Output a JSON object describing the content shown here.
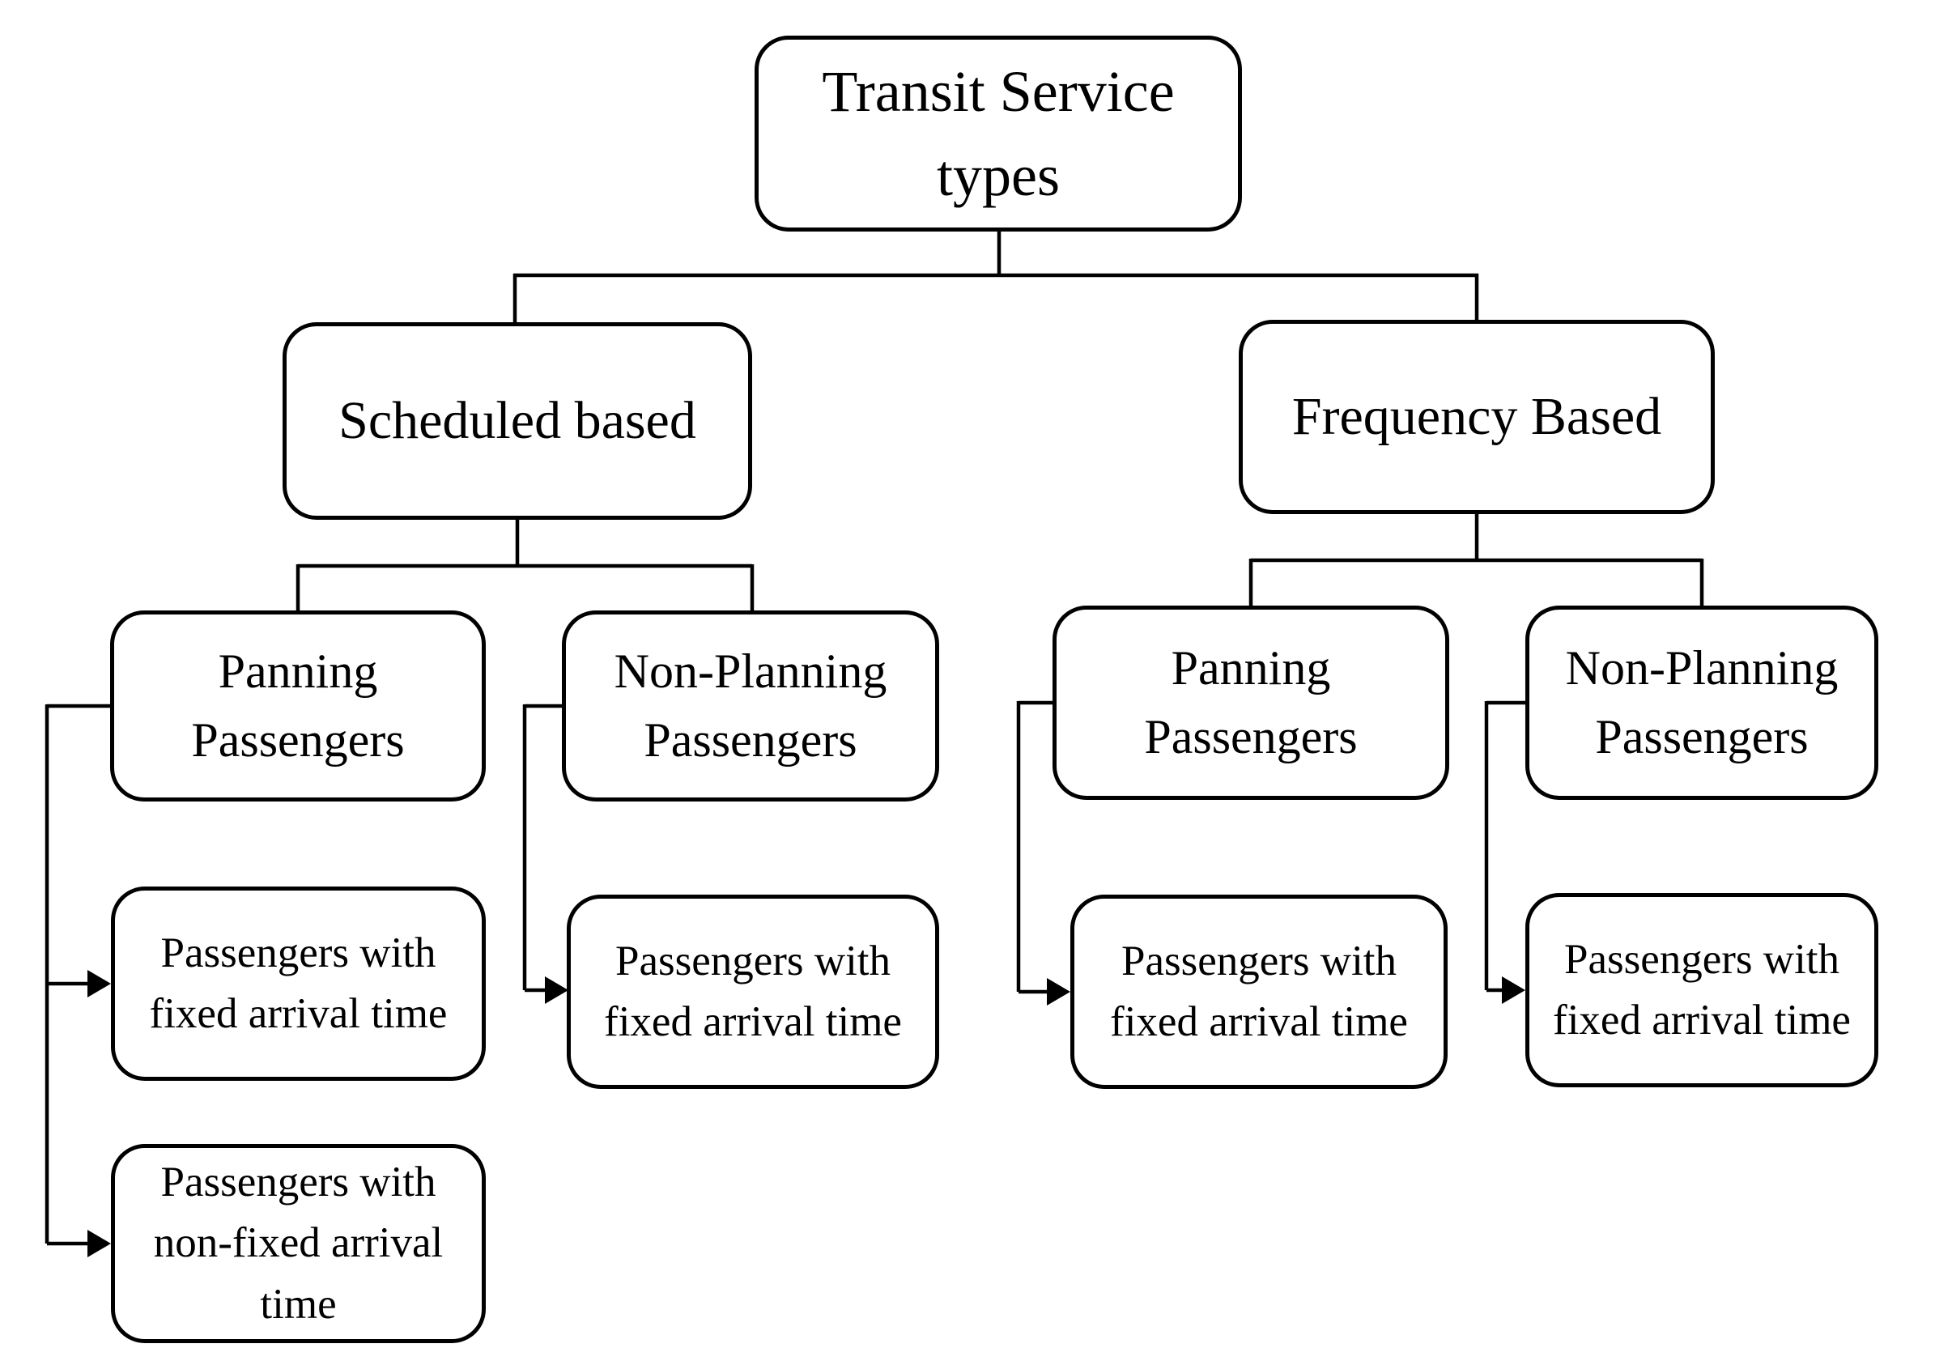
{
  "diagram": {
    "title": "Transit Service types",
    "type": "tree-flowchart",
    "colors": {
      "background": "#ffffff",
      "box_fill": "#ffffff",
      "box_border": "#000000",
      "line": "#000000",
      "text": "#000000"
    },
    "nodes": [
      {
        "id": "root",
        "level": 1,
        "label": "Transit Service types",
        "lines": [
          "Transit Service",
          "types"
        ]
      },
      {
        "id": "scheduled",
        "level": 2,
        "label": "Scheduled based",
        "lines": [
          "Scheduled based"
        ]
      },
      {
        "id": "frequency",
        "level": 2,
        "label": "Frequency Based",
        "lines": [
          "Frequency Based"
        ]
      },
      {
        "id": "scheduled-planning",
        "level": 3,
        "label": "Panning Passengers",
        "lines": [
          "Panning",
          "Passengers"
        ]
      },
      {
        "id": "scheduled-nonplanning",
        "level": 3,
        "label": "Non-Planning Passengers",
        "lines": [
          "Non-Planning",
          "Passengers"
        ]
      },
      {
        "id": "frequency-planning",
        "level": 3,
        "label": "Panning Passengers",
        "lines": [
          "Panning",
          "Passengers"
        ]
      },
      {
        "id": "frequency-nonplanning",
        "level": 3,
        "label": "Non-Planning Passengers",
        "lines": [
          "Non-Planning",
          "Passengers"
        ]
      },
      {
        "id": "scheduled-planning-fixed",
        "level": 4,
        "label": "Passengers with fixed arrival time",
        "lines": [
          "Passengers with",
          "fixed arrival time"
        ]
      },
      {
        "id": "scheduled-planning-nonfixed",
        "level": 4,
        "label": "Passengers with non-fixed arrival time",
        "lines": [
          "Passengers with",
          "non-fixed arrival",
          "time"
        ]
      },
      {
        "id": "scheduled-nonplanning-fixed",
        "level": 4,
        "label": "Passengers with fixed arrival time",
        "lines": [
          "Passengers with",
          "fixed arrival time"
        ]
      },
      {
        "id": "frequency-planning-fixed",
        "level": 4,
        "label": "Passengers with fixed arrival time",
        "lines": [
          "Passengers with",
          "fixed arrival time"
        ]
      },
      {
        "id": "frequency-nonplanning-fixed",
        "level": 4,
        "label": "Passengers with fixed arrival time",
        "lines": [
          "Passengers with",
          "fixed arrival time"
        ]
      }
    ],
    "edges": [
      {
        "from": "root",
        "to": "scheduled",
        "style": "elbow",
        "arrow": false
      },
      {
        "from": "root",
        "to": "frequency",
        "style": "elbow",
        "arrow": false
      },
      {
        "from": "scheduled",
        "to": "scheduled-planning",
        "style": "elbow",
        "arrow": false
      },
      {
        "from": "scheduled",
        "to": "scheduled-nonplanning",
        "style": "elbow",
        "arrow": false
      },
      {
        "from": "frequency",
        "to": "frequency-planning",
        "style": "elbow",
        "arrow": false
      },
      {
        "from": "frequency",
        "to": "frequency-nonplanning",
        "style": "elbow",
        "arrow": false
      },
      {
        "from": "scheduled-planning",
        "to": "scheduled-planning-fixed",
        "style": "elbow",
        "arrow": true
      },
      {
        "from": "scheduled-planning",
        "to": "scheduled-planning-nonfixed",
        "style": "elbow",
        "arrow": true
      },
      {
        "from": "scheduled-nonplanning",
        "to": "scheduled-nonplanning-fixed",
        "style": "elbow",
        "arrow": true
      },
      {
        "from": "frequency-planning",
        "to": "frequency-planning-fixed",
        "style": "elbow",
        "arrow": true
      },
      {
        "from": "frequency-nonplanning",
        "to": "frequency-nonplanning-fixed",
        "style": "elbow",
        "arrow": true
      }
    ]
  }
}
